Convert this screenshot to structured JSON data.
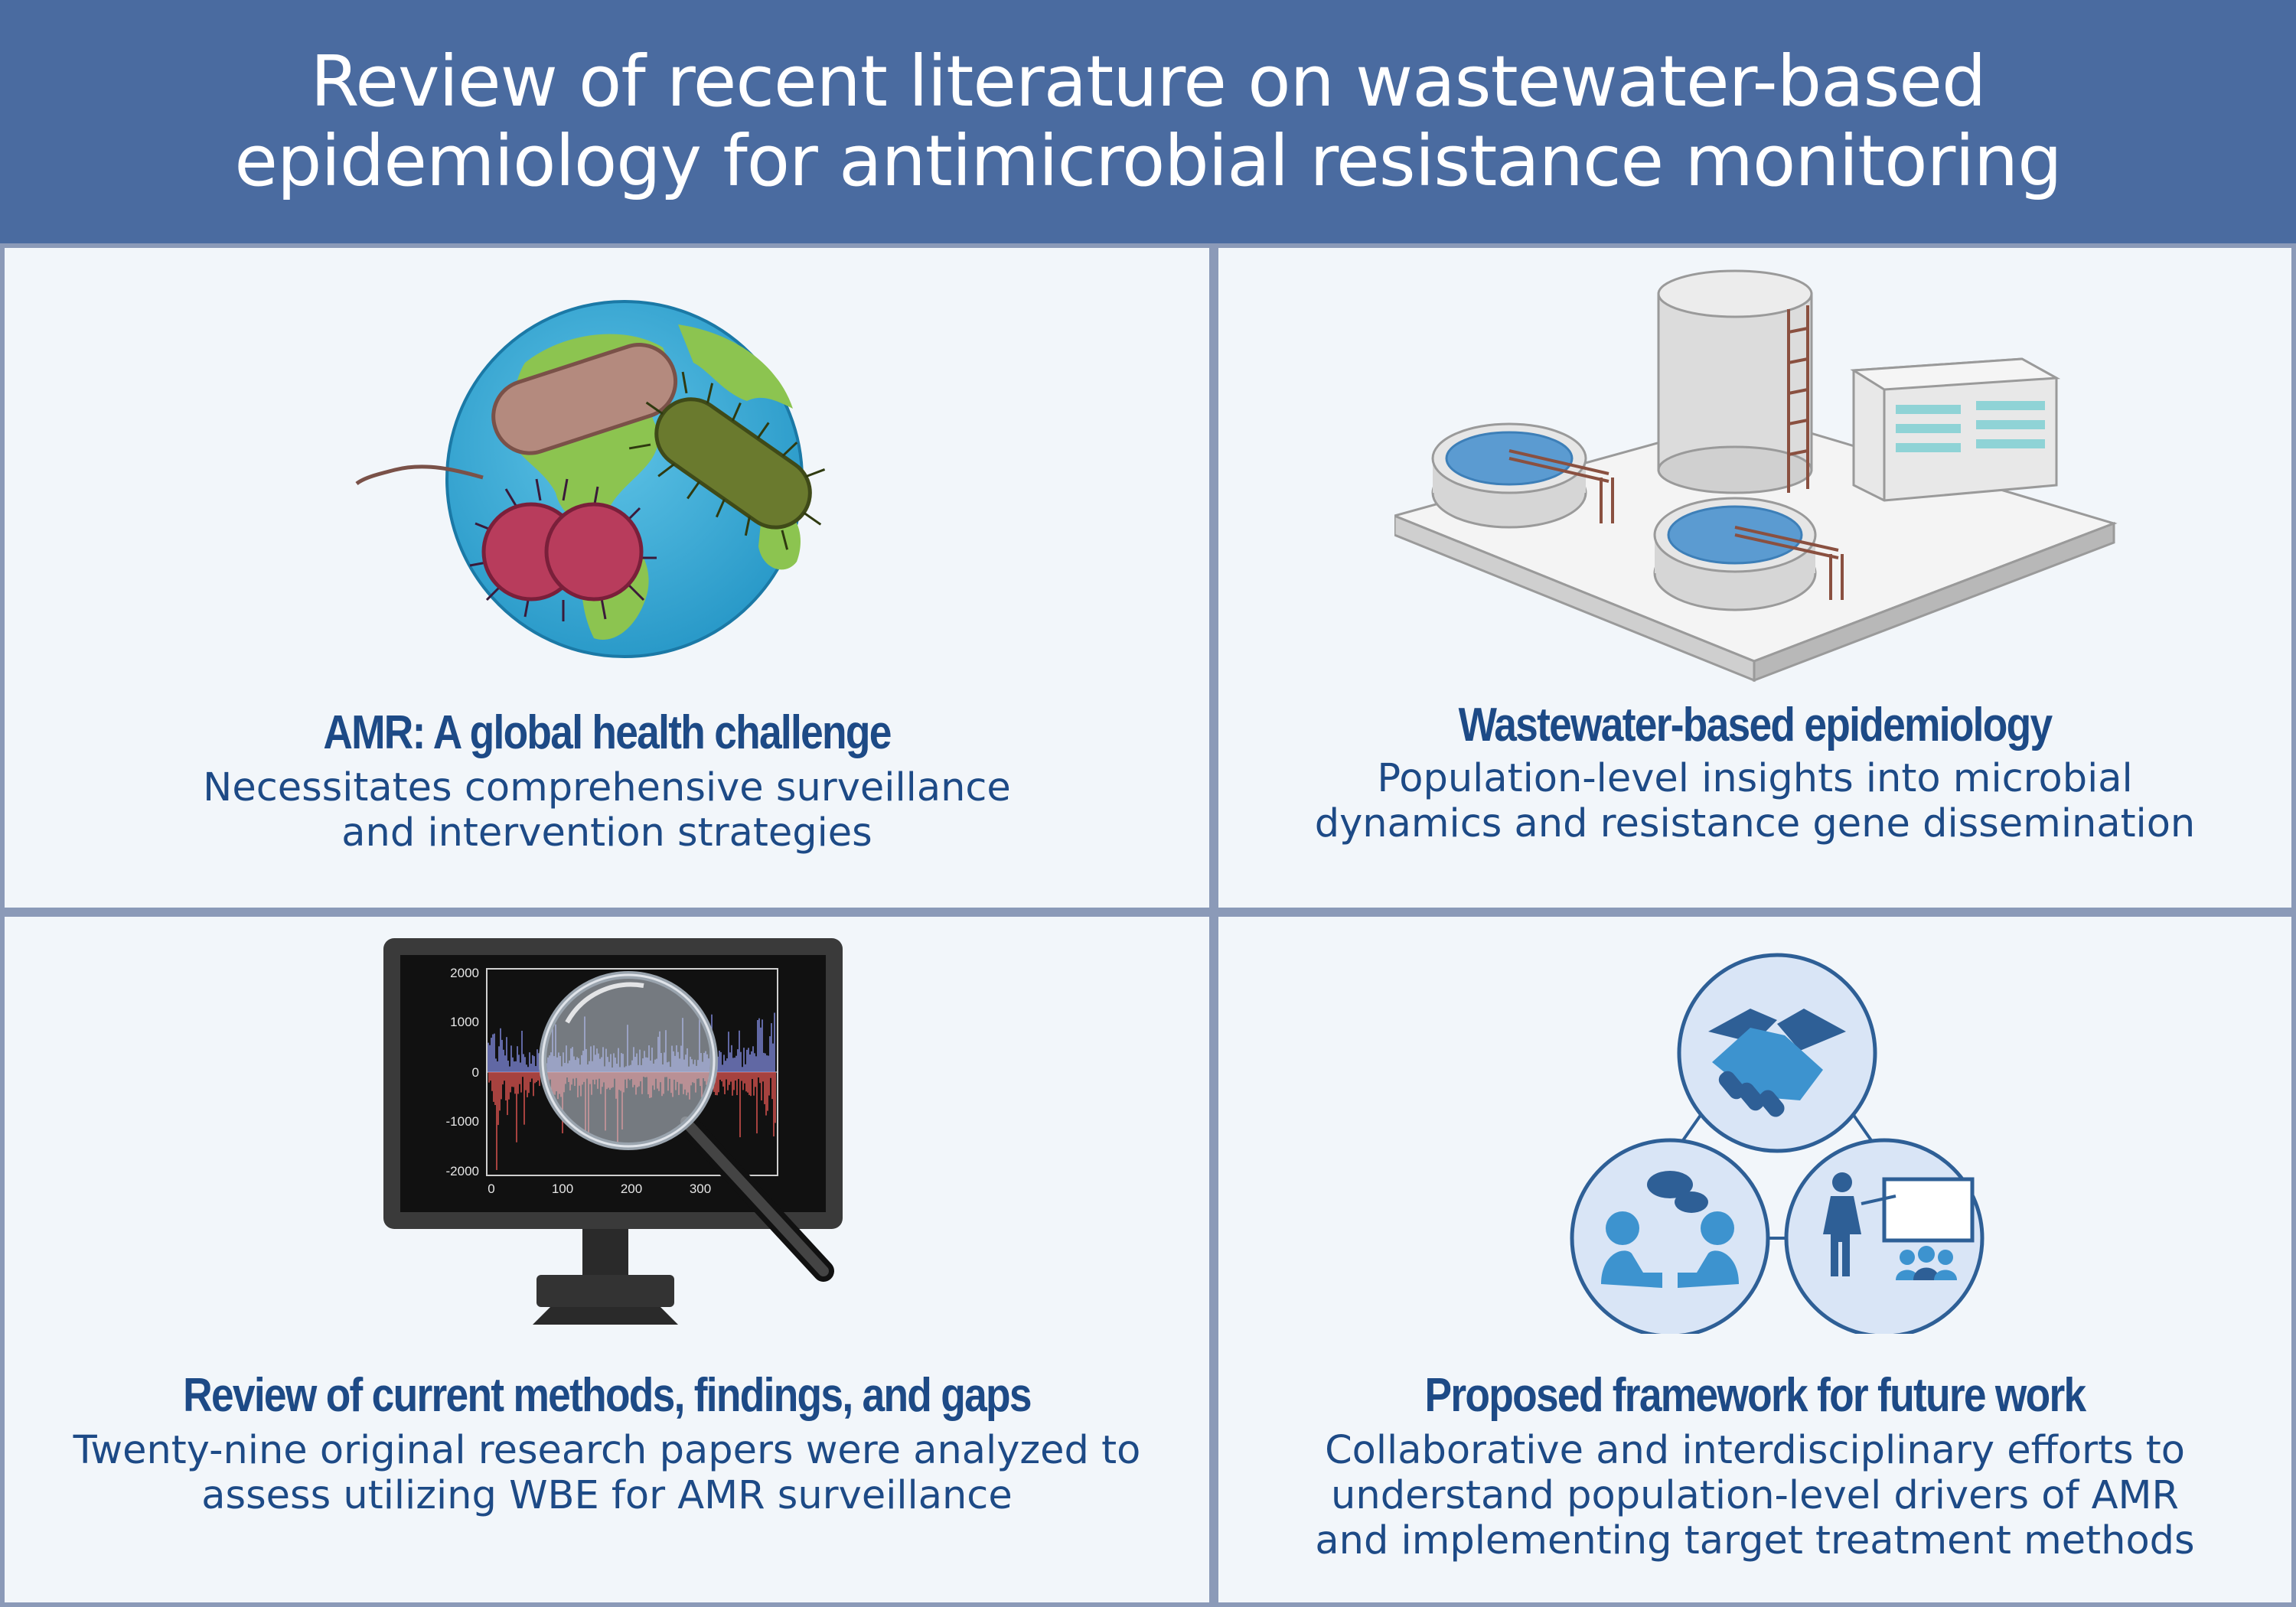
{
  "header": {
    "title_line1": "Review of recent literature on wastewater-based",
    "title_line2": "epidemiology for antimicrobial resistance monitoring"
  },
  "panels": [
    {
      "title": "AMR: A global health challenge",
      "desc_line1": "Necessitates comprehensive surveillance",
      "desc_line2": "and intervention strategies",
      "icon": "globe-bacteria-icon"
    },
    {
      "title": "Wastewater-based epidemiology",
      "desc_line1": "Population-level insights into microbial",
      "desc_line2": "dynamics and resistance gene dissemination",
      "icon": "treatment-plant-icon"
    },
    {
      "title": "Review of current methods, findings, and gaps",
      "desc_line1": "Twenty-nine original research papers were analyzed to",
      "desc_line2": "assess utilizing WBE for AMR surveillance",
      "icon": "monitor-magnifier-icon",
      "monitor_chart": {
        "y_ticks": [
          "2000",
          "1000",
          "0",
          "-1000",
          "-2000"
        ],
        "x_ticks": [
          "0",
          "100",
          "200",
          "300"
        ]
      }
    },
    {
      "title": "Proposed framework for future work",
      "desc_line1": "Collaborative and interdisciplinary efforts to",
      "desc_line2": "understand population-level drivers of AMR",
      "desc_line3": "and implementing target treatment methods",
      "icon": "collaboration-cycle-icon"
    }
  ],
  "colors": {
    "header_bg": "#4a6ba0",
    "panel_bg": "#f2f6fa",
    "title_text": "#1d4a86",
    "border": "#8b9ab8"
  }
}
